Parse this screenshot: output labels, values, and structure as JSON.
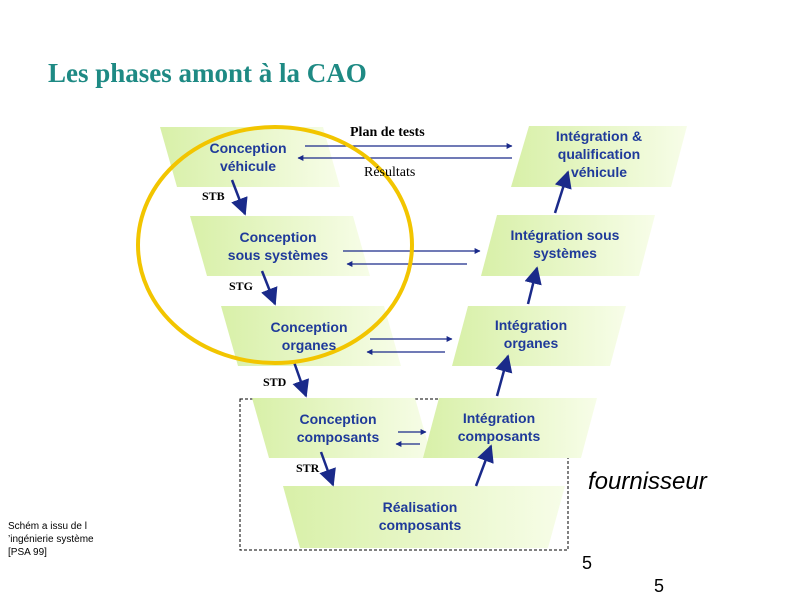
{
  "title": "Les phases amont à la CAO",
  "colors": {
    "title": "#1e8a84",
    "box_fill_start": "#d8f0a8",
    "box_fill_end": "#f7fde8",
    "box_text": "#1f3a9a",
    "arrow": "#1a2a8a",
    "circle": "#f2c500"
  },
  "left_column": {
    "conception_vehicule": "Conception\nvéhicule",
    "conception_sous_systemes": "Conception\nsous systèmes",
    "conception_organes": "Conception\norganes",
    "conception_composants": "Conception\ncomposants"
  },
  "right_column": {
    "integration_qualification_vehicule": "Intégration &\nqualification\nvéhicule",
    "integration_sous_systemes": "Intégration sous\nsystèmes",
    "integration_organes": "Intégration\norganes",
    "integration_composants": "Intégration\ncomposants"
  },
  "bottom": {
    "realisation_composants": "Réalisation\ncomposants"
  },
  "spec_labels": {
    "stb": "STB",
    "stg": "STG",
    "std": "STD",
    "str": "STR"
  },
  "arrow_labels": {
    "plan_de_tests": "Plan  de tests",
    "resultats": "Résultats"
  },
  "supplier_label": "fournisseur",
  "source_note": "Schém a issu de l ’ingénierie système [PSA 99]",
  "page_numbers": {
    "slide": "5",
    "page": "5"
  }
}
